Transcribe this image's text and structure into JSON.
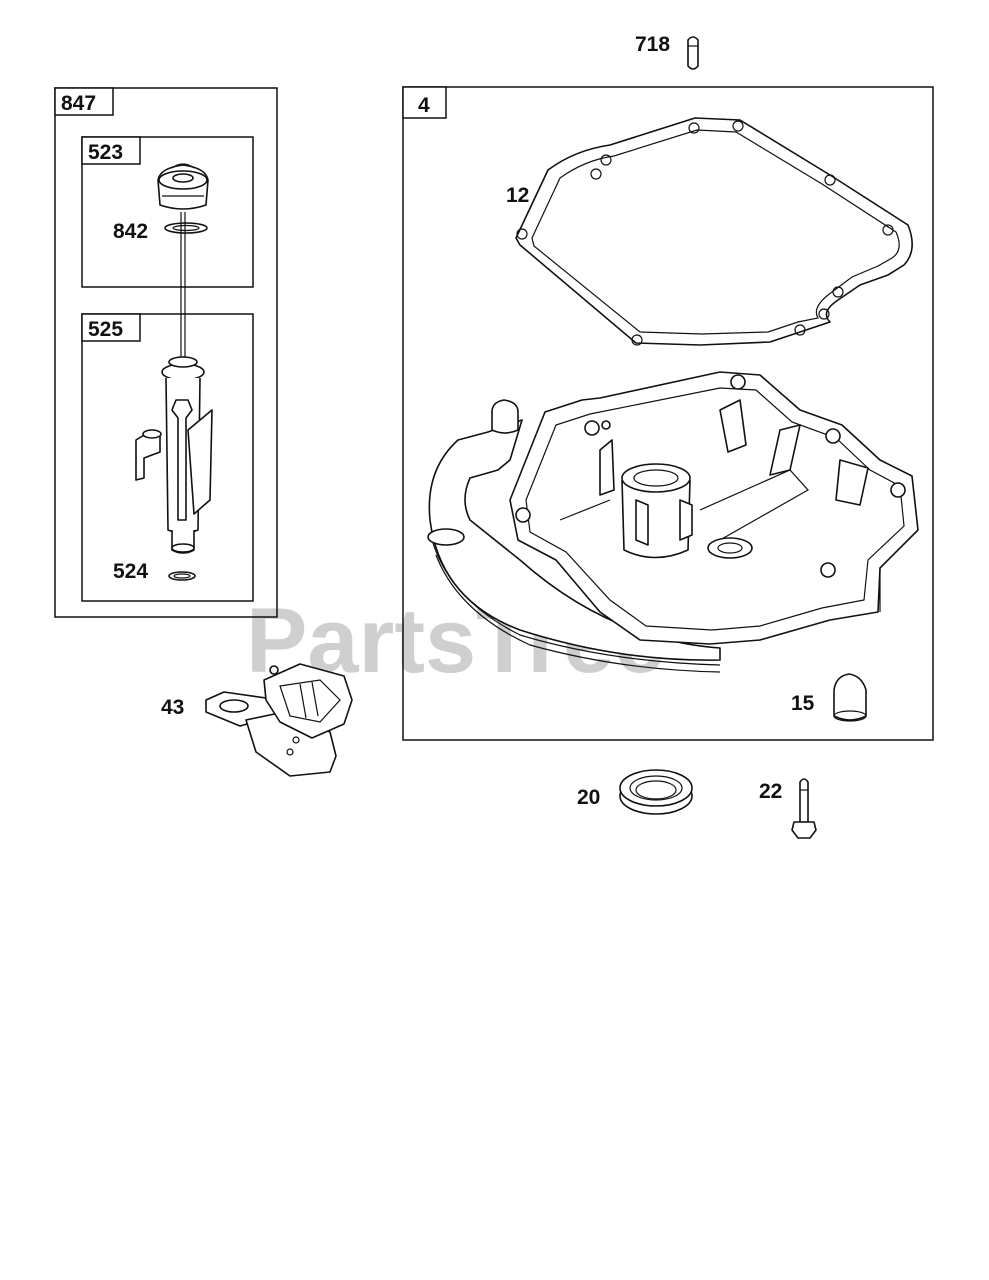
{
  "watermark": "PartsTree",
  "boxes": {
    "kit_847": "847",
    "kit_523": "523",
    "kit_525": "525",
    "kit_4": "4"
  },
  "callouts": {
    "p718": "718",
    "p12": "12",
    "p842": "842",
    "p524": "524",
    "p43": "43",
    "p15": "15",
    "p20": "20",
    "p22": "22"
  }
}
